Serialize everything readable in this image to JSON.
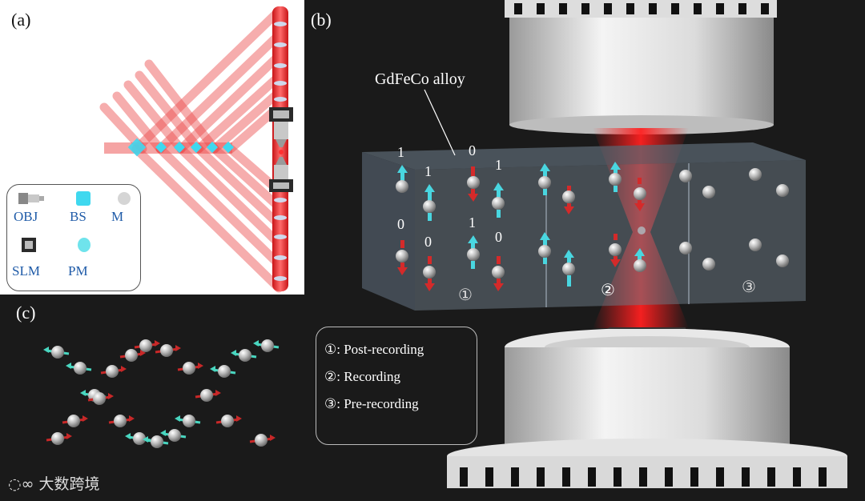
{
  "panels": {
    "a": {
      "label": "(a)",
      "legend": {
        "obj": "OBJ",
        "bs": "BS",
        "m": "M",
        "slm": "SLM",
        "pm": "PM"
      }
    },
    "b": {
      "label": "(b)",
      "callout": "GdFeCo alloy",
      "bits": [
        "1",
        "1",
        "0",
        "1",
        "0",
        "0",
        "1",
        "0"
      ],
      "regions": [
        "①",
        "②",
        "③"
      ],
      "legend": [
        "①: Post-recording",
        "②: Recording",
        "③: Pre-recording"
      ]
    },
    "c": {
      "label": "(c)"
    }
  },
  "watermark": "大数跨境",
  "colors": {
    "beam": "#e8282b",
    "bs": "#3fd8ef",
    "spin_up": "#49d6e0",
    "spin_down": "#d42a2a",
    "legend_text": "#1f5ba8"
  },
  "icons": {
    "objective": "objective-icon",
    "beam_splitter": "beam-splitter-icon",
    "mirror": "mirror-icon",
    "slm": "slm-icon",
    "phase_mask": "phase-mask-icon"
  }
}
